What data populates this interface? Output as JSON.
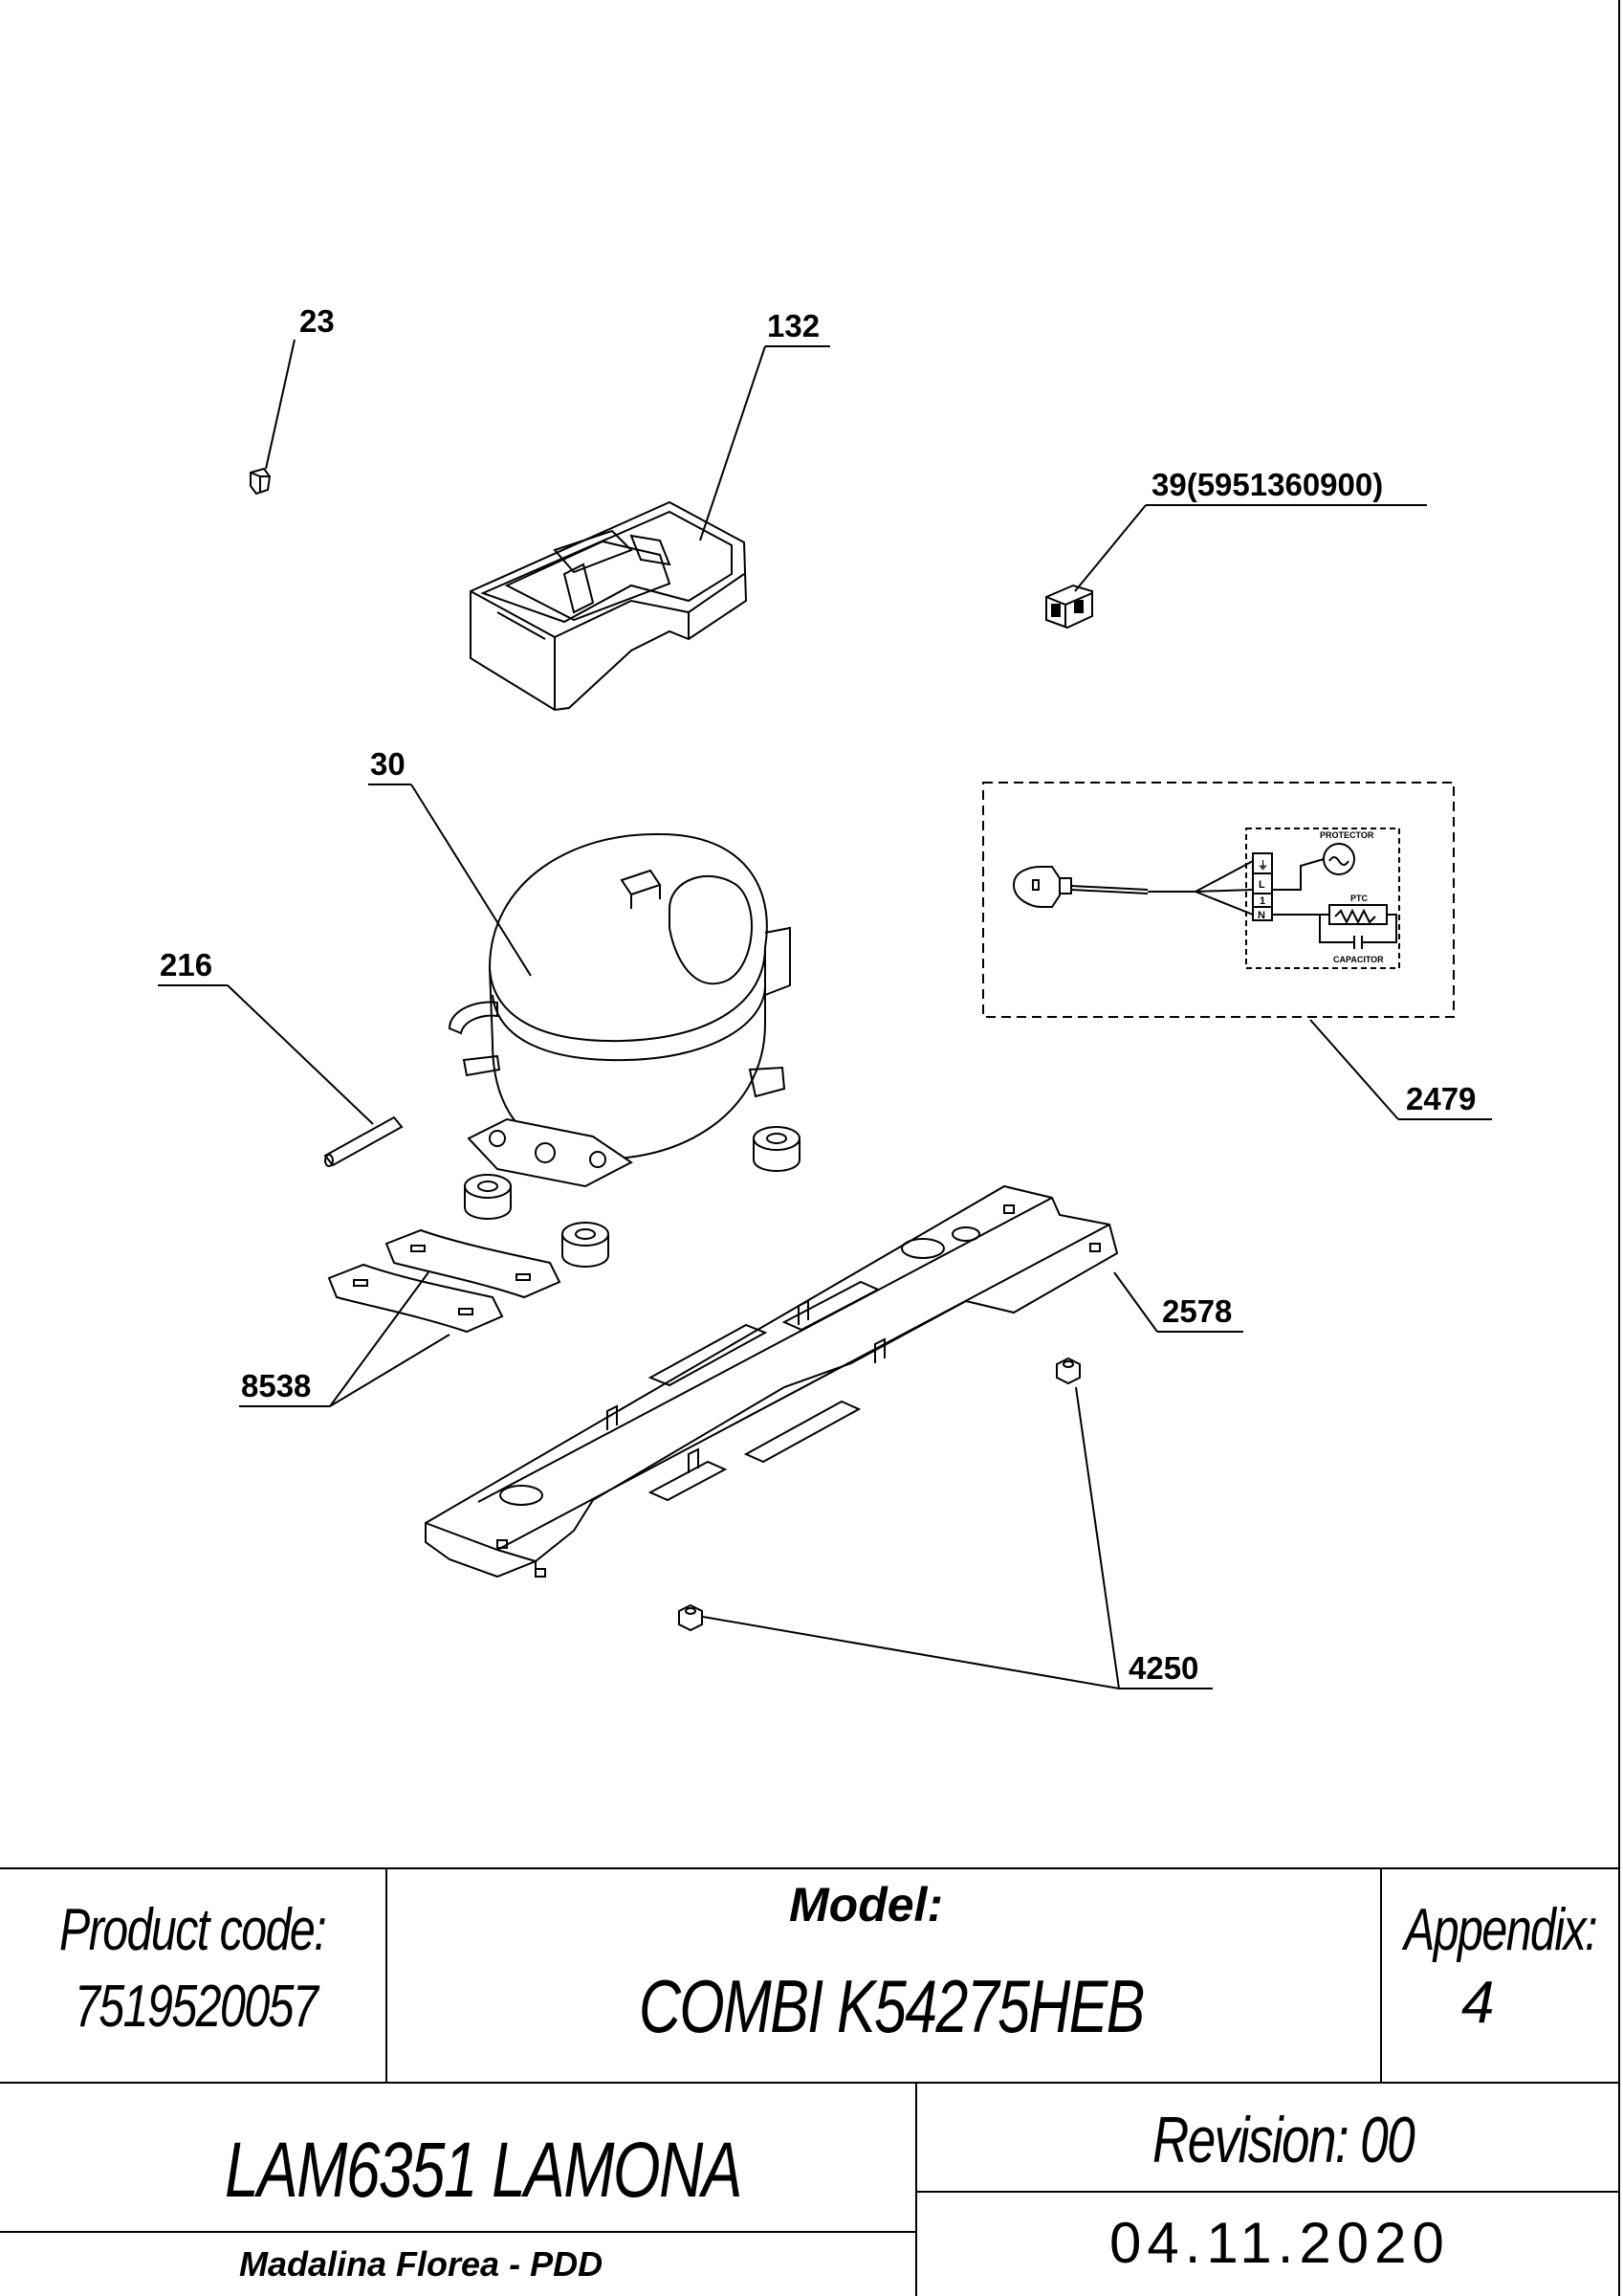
{
  "diagram": {
    "callouts": {
      "c23": "23",
      "c132": "132",
      "c39": "39(5951360900)",
      "c30": "30",
      "c216": "216",
      "c2479": "2479",
      "c2578": "2578",
      "c8538": "8538",
      "c4250": "4250"
    },
    "wiring": {
      "protector": "PROTECTOR",
      "ptc": "PTC",
      "capacitor": "CAPACITOR",
      "terminal_earth": "⏚",
      "terminal_l": "L",
      "terminal_1": "1",
      "terminal_n": "N"
    }
  },
  "title_block": {
    "product_code_label": "Product code:",
    "product_code_value": "7519520057",
    "model_label": "Model:",
    "model_value": "COMBI K54275HEB",
    "appendix_label": "Appendix:",
    "appendix_value": "4",
    "brand": "LAM6351 LAMONA",
    "revision": "Revision: 00",
    "author": "Madalina Florea - PDD",
    "date": "04.11.2020"
  }
}
